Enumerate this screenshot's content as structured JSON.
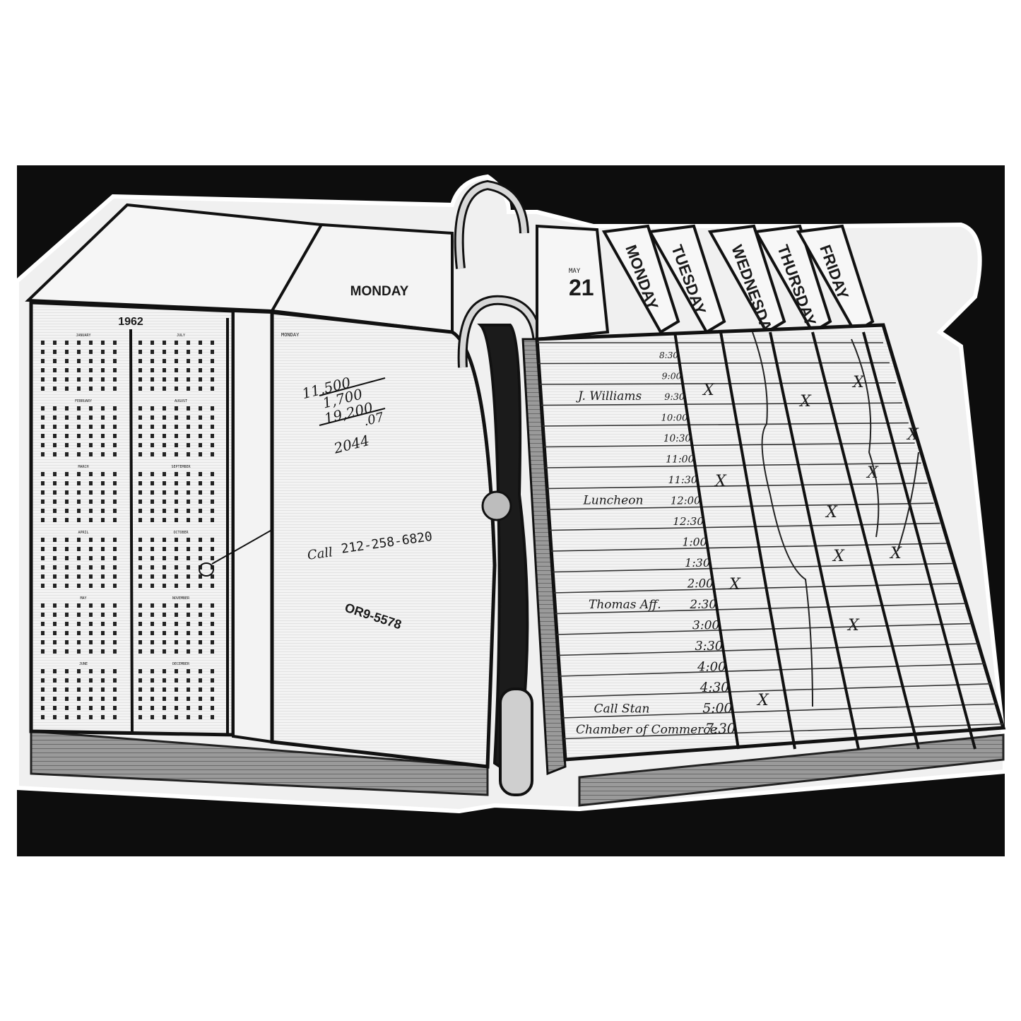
{
  "calendar_page": {
    "year": "1962",
    "left_months": [
      "JANUARY",
      "FEBRUARY",
      "MARCH",
      "APRIL",
      "MAY",
      "JUNE"
    ],
    "right_months": [
      "JULY",
      "AUGUST",
      "SEPTEMBER",
      "OCTOBER",
      "NOVEMBER",
      "DECEMBER"
    ]
  },
  "left_page": {
    "day": "MONDAY",
    "header_small": "MONDAY",
    "sums": [
      "11,500",
      "1,700",
      "19,200",
      ".07",
      "2044"
    ],
    "phone_label": "Call",
    "phone_number": "212-258-6820",
    "code": "OR9-5578"
  },
  "right_page": {
    "month_small": "MAY",
    "date": "21",
    "tabs": [
      "MONDAY",
      "TUESDAY",
      "WEDNESDAY",
      "THURSDAY",
      "FRIDAY"
    ],
    "times": [
      "8:30",
      "9:00",
      "9:30",
      "10:00",
      "10:30",
      "11:00",
      "11:30",
      "12:00",
      "12:30",
      "1:00",
      "1:30",
      "2:00",
      "2:30",
      "3:00",
      "3:30",
      "4:00",
      "4:30",
      "5:00",
      "7:30"
    ],
    "entries": [
      {
        "time_index": 2,
        "text": "J. Williams"
      },
      {
        "time_index": 7,
        "text": "Luncheon"
      },
      {
        "time_index": 12,
        "text": "Thomas Aff."
      },
      {
        "time_index": 17,
        "text": "Call Stan"
      },
      {
        "time_index": 18,
        "text": "Chamber of Commerce"
      }
    ],
    "marks": [
      "X",
      "X",
      "X",
      "X",
      "X",
      "X",
      "X",
      "X",
      "X",
      "X",
      "X",
      "X"
    ]
  },
  "colors": {
    "background": "#0d0d0d",
    "paper": "#f2f2f2",
    "ink": "#1a1a1a",
    "frame": "#ffffff"
  }
}
